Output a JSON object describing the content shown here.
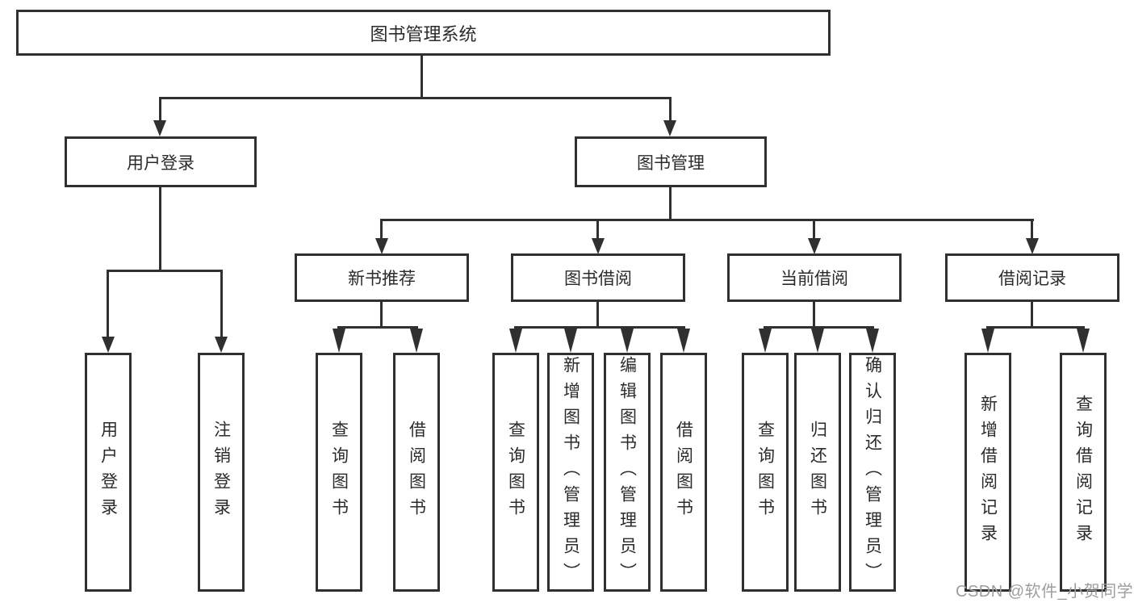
{
  "tree": {
    "root": {
      "label": "图书管理系统"
    },
    "children": [
      {
        "label": "用户登录",
        "children": [
          {
            "label": "用户登录"
          },
          {
            "label": "注销登录"
          }
        ]
      },
      {
        "label": "图书管理",
        "children": [
          {
            "label": "新书推荐",
            "children": [
              {
                "label": "查询图书"
              },
              {
                "label": "借阅图书"
              }
            ]
          },
          {
            "label": "图书借阅",
            "children": [
              {
                "label": "查询图书"
              },
              {
                "label": "新增图书（管理员）"
              },
              {
                "label": "编辑图书（管理员）"
              },
              {
                "label": "借阅图书"
              }
            ]
          },
          {
            "label": "当前借阅",
            "children": [
              {
                "label": "查询图书"
              },
              {
                "label": "归还图书"
              },
              {
                "label": "确认归还（管理员）"
              }
            ]
          },
          {
            "label": "借阅记录",
            "children": [
              {
                "label": "新增借阅记录"
              },
              {
                "label": "查询借阅记录"
              }
            ]
          }
        ]
      }
    ]
  },
  "watermark": {
    "text": "CSDN @软件_小贺同学"
  },
  "colors": {
    "line": "#303030",
    "text": "#2b2b2b",
    "watermark": "#9e9e9e",
    "background": "#ffffff"
  }
}
